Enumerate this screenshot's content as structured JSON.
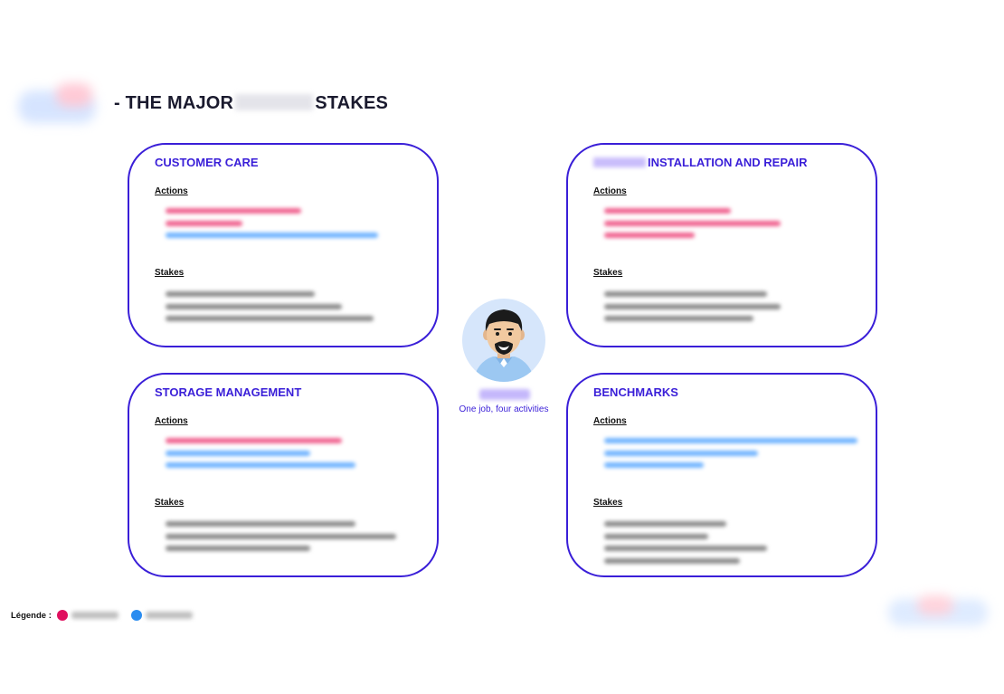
{
  "title": {
    "prefix": "- THE MAJOR",
    "suffix": "STAKES"
  },
  "colors": {
    "accent": "#3a1fd8",
    "red": "#e0105f",
    "blue": "#2a8cf0"
  },
  "cards": [
    {
      "title": "CUSTOMER CARE",
      "actions_label": "Actions",
      "stakes_label": "Stakes"
    },
    {
      "title": "INSTALLATION AND REPAIR",
      "actions_label": "Actions",
      "stakes_label": "Stakes"
    },
    {
      "title": "STORAGE MANAGEMENT",
      "actions_label": "Actions",
      "stakes_label": "Stakes"
    },
    {
      "title": "BENCHMARKS",
      "actions_label": "Actions",
      "stakes_label": "Stakes"
    }
  ],
  "center": {
    "subtitle": "One job, four activities",
    "icon": "person-avatar-icon"
  },
  "legend": {
    "label": "Légende :"
  }
}
